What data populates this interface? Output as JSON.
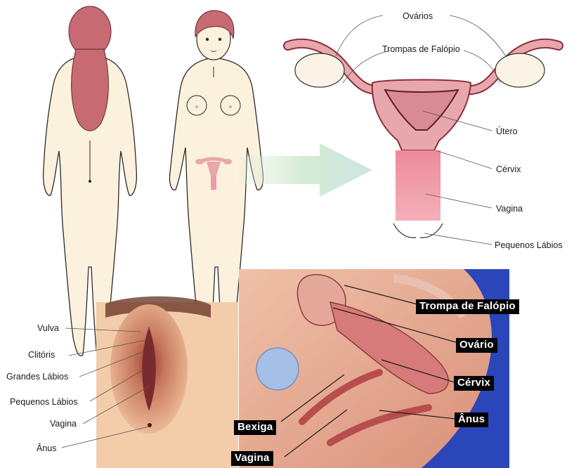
{
  "uterus_diagram": {
    "labels": {
      "ovaries": "Ovários",
      "fallopian_tubes": "Trompas de Falópio",
      "uterus": "Útero",
      "cervix": "Cérvix",
      "vagina": "Vagina",
      "labia_minora": "Pequenos Lábios"
    }
  },
  "vulva_photo": {
    "labels": {
      "vulva": "Vulva",
      "clitoris": "Clitóris",
      "labia_majora": "Grandes Lábios",
      "labia_minora": "Pequenos Lábios",
      "vagina": "Vagina",
      "anus": "Ânus"
    }
  },
  "cross_section": {
    "labels": {
      "fallopian_tube": "Trompa de Falópio",
      "ovary": "Ovário",
      "cervix": "Cérvix",
      "anus": "Ânus",
      "bladder": "Bexiga",
      "vagina": "Vagina"
    }
  },
  "colors": {
    "skin": "#fbf1dc",
    "hair": "#c86a72",
    "organ_pink": "#e8a7ad",
    "organ_dark": "#8a2f3c",
    "vagina_pink": "#ef9aa7",
    "arrow_green": "#d7ecd4",
    "cross_section_bg": "#2a46b8"
  }
}
